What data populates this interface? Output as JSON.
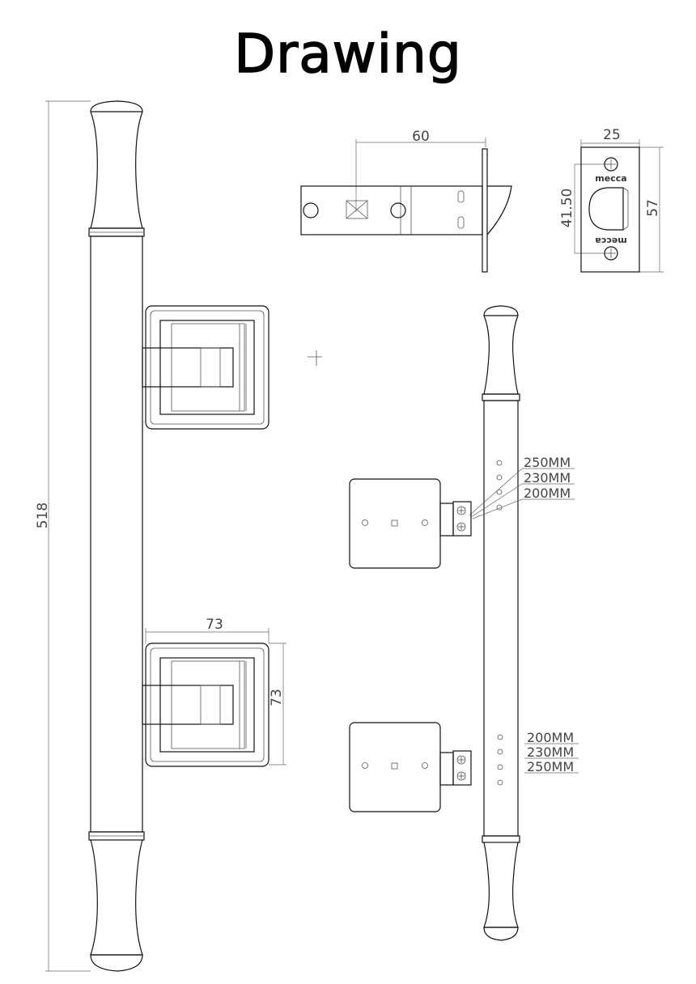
{
  "title": "Drawing",
  "dimensions": {
    "overall_length": "518",
    "bracket_width": "73",
    "bracket_height": "73",
    "latch_backset": "60",
    "strike_width": "25",
    "strike_height": "57",
    "strike_hole_spacing": "41.50"
  },
  "fixing_positions": {
    "upper": [
      "250MM",
      "230MM",
      "200MM"
    ],
    "lower": [
      "200MM",
      "230MM",
      "250MM"
    ]
  },
  "strike_brand": "mecca"
}
